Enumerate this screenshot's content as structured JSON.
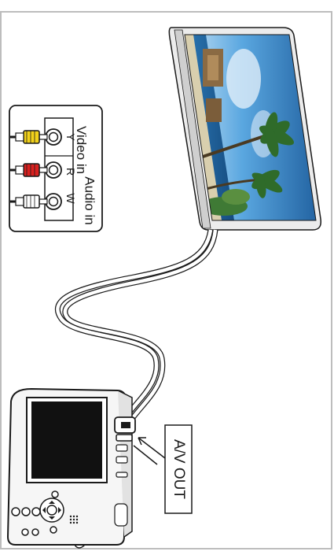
{
  "connector_panel": {
    "video_label": "Video in",
    "audio_label": "Audio in",
    "jacks": [
      {
        "letter": "Y",
        "color": "#f2d21b"
      },
      {
        "letter": "R",
        "color": "#d9201f"
      },
      {
        "letter": "W",
        "color": "#ffffff"
      }
    ]
  },
  "camera": {
    "port_label": "A/V OUT"
  },
  "colors": {
    "frame_border": "#bdbdbd",
    "line": "#1a1a1a",
    "sky": "#3f8fd0",
    "sea": "#2a6fa8",
    "sand": "#d9cfae"
  }
}
